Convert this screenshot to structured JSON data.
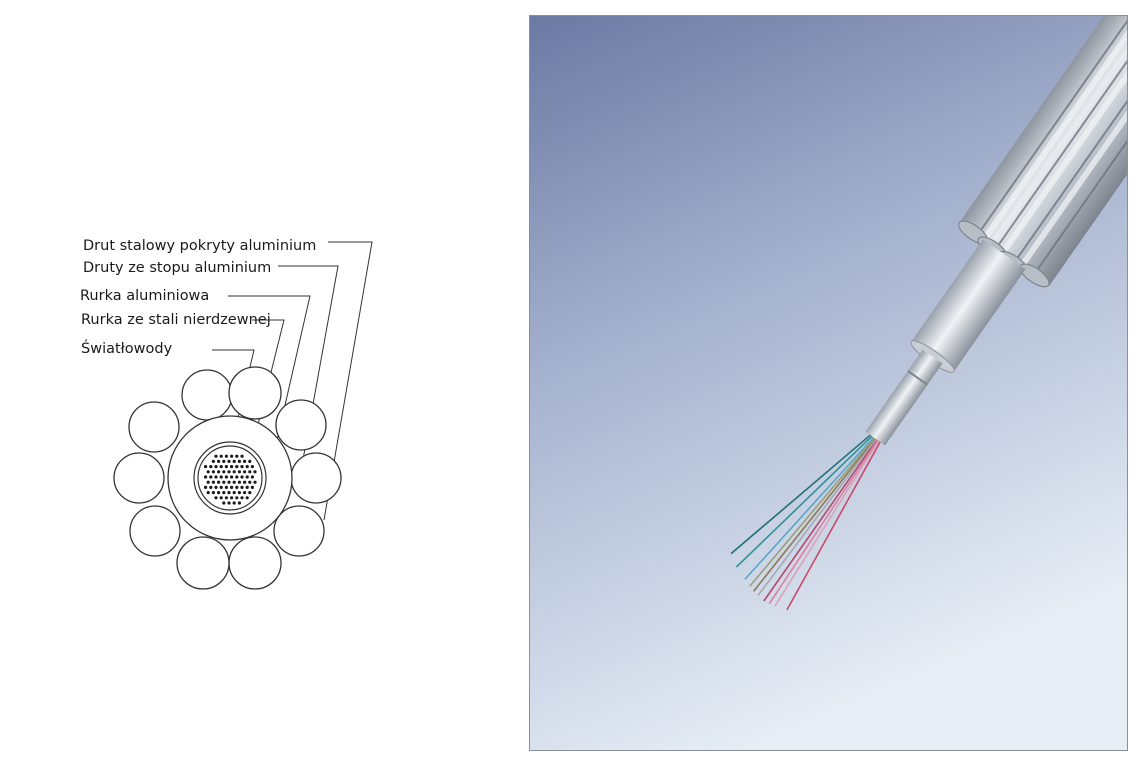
{
  "diagram": {
    "labels": [
      "Drut stalowy pokryty aluminium",
      "Druty ze stopu aluminium",
      "Rurka aluminiowa",
      "Rurka ze stali nierdzewnej",
      "Światłowody"
    ]
  },
  "colors": {
    "line": "#2a2a2a",
    "background_top": "#6f7ea6",
    "background_bottom": "#e3eaf3",
    "cable_metal": "#c9ced6"
  }
}
